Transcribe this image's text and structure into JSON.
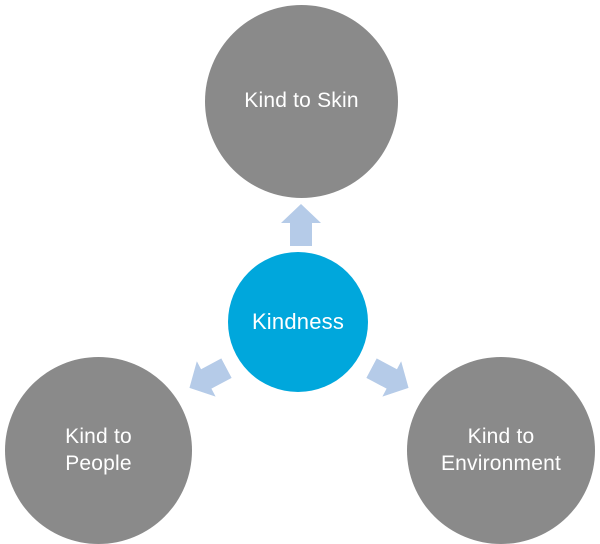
{
  "diagram": {
    "title": "Kindness",
    "type": "hub-and-spoke",
    "colors": {
      "background": "#ffffff",
      "hub_fill": "#00a7dc",
      "node_fill": "#8a8a8a",
      "arrow_fill": "#b5cbe8",
      "label_text": "#ffffff"
    },
    "hub": {
      "label": "Kindness",
      "icon": "hub-circle-icon"
    },
    "nodes": [
      {
        "id": "skin",
        "label": "Kind to Skin",
        "position": "top"
      },
      {
        "id": "people",
        "label": "Kind to\nPeople",
        "position": "bottom-left"
      },
      {
        "id": "environment",
        "label": "Kind to\nEnvironment",
        "position": "bottom-right"
      }
    ],
    "arrows": [
      {
        "id": "to-skin",
        "icon": "arrow-up-icon",
        "direction": "up",
        "from": "Kindness",
        "to": "Kind to Skin"
      },
      {
        "id": "to-people",
        "icon": "arrow-down-left-icon",
        "direction": "down-left",
        "from": "Kindness",
        "to": "Kind to People"
      },
      {
        "id": "to-environment",
        "icon": "arrow-down-right-icon",
        "direction": "down-right",
        "from": "Kindness",
        "to": "Kind to Environment"
      }
    ]
  }
}
